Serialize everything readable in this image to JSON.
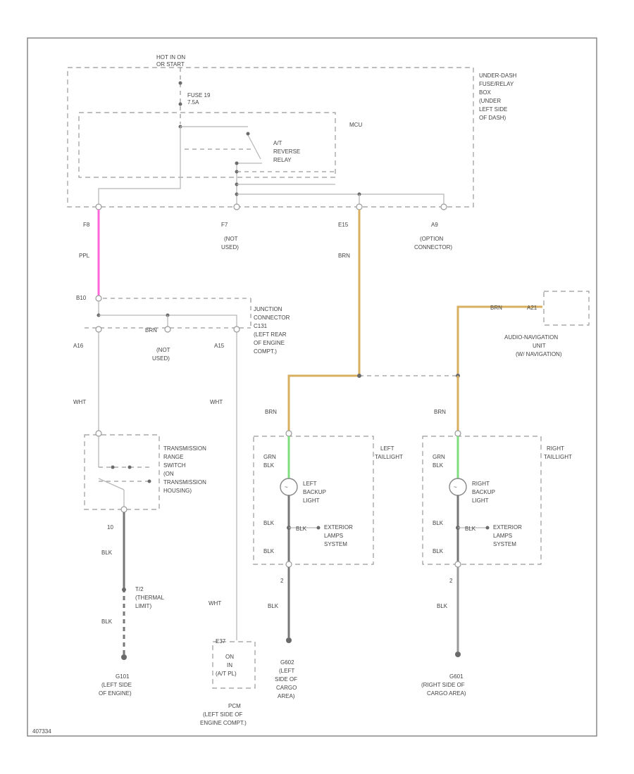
{
  "colors": {
    "pink": "#ff66d9",
    "brown": "#d9b060",
    "green": "#7fdc7f",
    "wire_gray": "#b8b8b8",
    "ground_gray": "#777777"
  },
  "top": {
    "hot": "HOT IN ON",
    "hot2": "OR START",
    "fuse1": "FUSE 19",
    "fuse2": "7.5A",
    "ufb1": "UNDER-DASH",
    "ufb2": "FUSE/RELAY",
    "ufb3": "BOX",
    "ufb4": "(UNDER",
    "ufb5": "LEFT SIDE",
    "ufb6": "OF DASH)",
    "mcu": "MCU",
    "relay1": "A/T",
    "relay2": "REVERSE",
    "relay3": "RELAY",
    "pin_f8": "F8",
    "pin_f7": "F7",
    "pin_e15": "E15",
    "pin_a9": "A9",
    "notused1": "(NOT",
    "notused2": "USED)",
    "opt1": "(OPTION",
    "opt2": "CONNECTOR)",
    "w_ppl": "PPL",
    "w_brn": "BRN"
  },
  "jc": {
    "pin_b10": "B10",
    "pin_a16": "A16",
    "pin_a15": "A15",
    "w_brn": "BRN",
    "notused1": "(NOT",
    "notused2": "USED)",
    "l1": "JUNCTION",
    "l2": "CONNECTOR",
    "l3": "C131",
    "l4": "(LEFT REAR",
    "l5": "OF ENGINE",
    "l6": "COMPT.)",
    "w_wht1": "WHT",
    "w_wht2": "WHT"
  },
  "nav": {
    "w_brn": "BRN",
    "pin": "A21",
    "l1": "AUDIO-NAVIGATION",
    "l2": "UNIT",
    "l3": "(W/ NAVIGATION)"
  },
  "trs": {
    "l1": "TRANSMISSION",
    "l2": "RANGE",
    "l3": "SWITCH",
    "l4": "(ON",
    "l5": "TRANSMISSION",
    "l6": "HOUSING)",
    "pin": "10",
    "w_blk1": "BLK",
    "w_blk2": "BLK",
    "thermal1": "T/2",
    "thermal2": "(THERMAL",
    "thermal3": "LIMIT)",
    "gnd": "G101",
    "gnd2": "(LEFT SIDE",
    "gnd3": "OF ENGINE)"
  },
  "pcm": {
    "pin": "E37",
    "l1": "ON",
    "l2": "IN",
    "l3": "(A/T PL)",
    "b1": "PCM",
    "b2": "(LEFT SIDE OF",
    "b3": "ENGINE COMPT.)",
    "w_wht": "WHT"
  },
  "left": {
    "w_brn": "BRN",
    "w_grn": "GRN",
    "w_blk1": "BLK",
    "bulb1": "LEFT",
    "bulb2": "BACKUP",
    "bulb3": "LIGHT",
    "w_blk2": "BLK",
    "w_blk3": "BLK",
    "ext1": "EXTERIOR",
    "ext2": "LAMPS",
    "ext3": "SYSTEM",
    "tail1": "LEFT",
    "tail2": "TAILLIGHT",
    "w_blk4": "BLK",
    "pin": "2",
    "w_blk5": "BLK",
    "gnd1": "G602",
    "gnd2": "(LEFT",
    "gnd3": "SIDE OF",
    "gnd4": "CARGO",
    "gnd5": "AREA)"
  },
  "right": {
    "w_brn": "BRN",
    "w_grn": "GRN",
    "w_blk1": "BLK",
    "bulb1": "RIGHT",
    "bulb2": "BACKUP",
    "bulb3": "LIGHT",
    "w_blk2": "BLK",
    "w_blk3": "BLK",
    "ext1": "EXTERIOR",
    "ext2": "LAMPS",
    "ext3": "SYSTEM",
    "tail1": "RIGHT",
    "tail2": "TAILLIGHT",
    "w_blk4": "BLK",
    "pin": "2",
    "w_blk5": "BLK",
    "gnd1": "G601",
    "gnd2": "(RIGHT SIDE OF",
    "gnd3": "CARGO AREA)"
  },
  "footer": {
    "code": "407334"
  }
}
